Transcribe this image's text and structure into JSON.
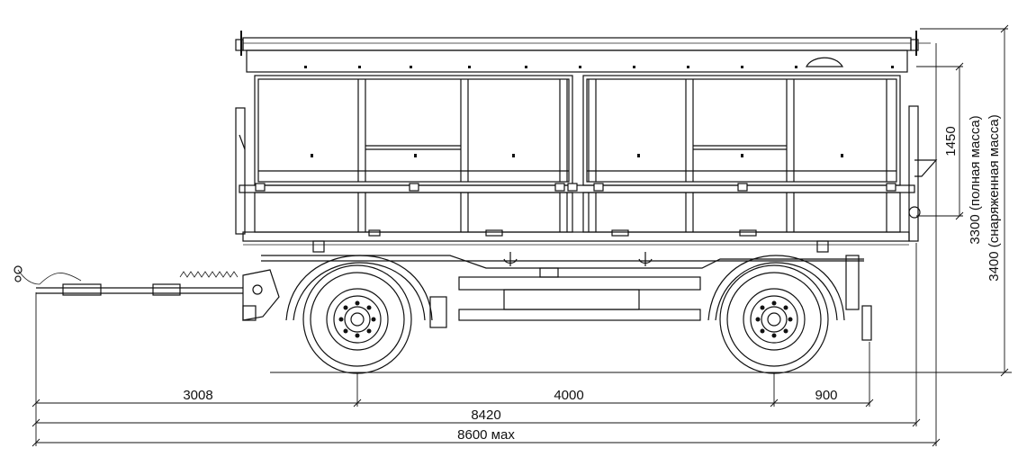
{
  "dimensions": {
    "drawbar_to_first_axle": "3008",
    "wheelbase": "4000",
    "rear_overhang": "900",
    "overall_body": "8420",
    "overall_max": "8600 мах",
    "side_height": "1450",
    "height_full_load": "3300 (полная масса)",
    "height_curb": "3400 (снаряженная масса)"
  }
}
